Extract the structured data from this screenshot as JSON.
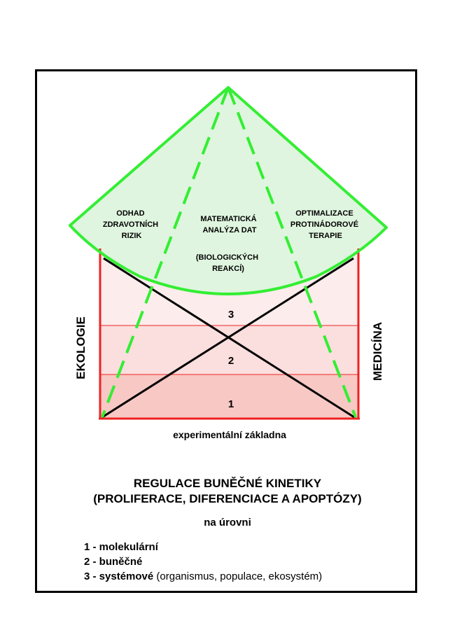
{
  "diagram": {
    "cone_labels": {
      "left": [
        "ODHAD",
        "ZDRAVOTNÍCH",
        "RIZIK"
      ],
      "center": [
        "MATEMATICKÁ",
        "ANALÝZA DAT"
      ],
      "center_sub": [
        "(BIOLOGICKÝCH",
        "REAKCÍ)"
      ],
      "right": [
        "OPTIMALIZACE",
        "PROTINÁDOROVÉ",
        "TERAPIE"
      ]
    },
    "levels_numbers": [
      "3",
      "2",
      "1"
    ],
    "side_left": "EKOLOGIE",
    "side_right": "MEDICÍNA",
    "base_label": "experimentální základna",
    "colors": {
      "cone_stroke": "#33ee33",
      "cone_fill": "#dff5df",
      "box_stroke": "#ee2222",
      "band_top": "#fdecec",
      "band_mid": "#fbdede",
      "band_bottom": "#f8c8c4",
      "cross": "#000000"
    }
  },
  "title": {
    "line1": "REGULACE BUNĚČNÉ KINETIKY",
    "line2": "(PROLIFERACE, DIFERENCIACE A APOPTÓZY)",
    "sub": "na úrovni"
  },
  "levels": [
    {
      "label": "1 - molekulární",
      "note": ""
    },
    {
      "label": "2 - buněčné",
      "note": ""
    },
    {
      "label": "3 - systémové",
      "note": "(organismus, populace, ekosystém)"
    }
  ]
}
